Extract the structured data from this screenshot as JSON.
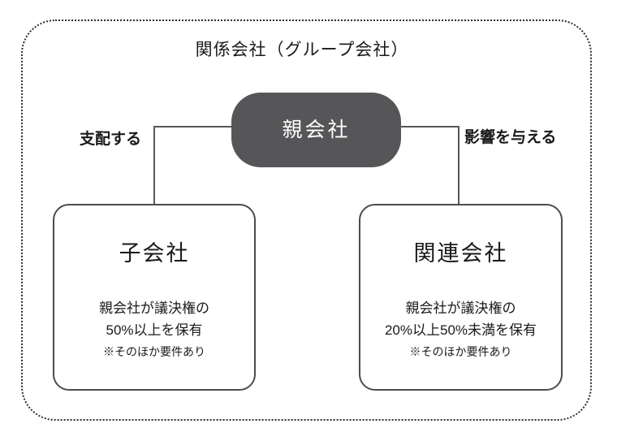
{
  "title": "関係会社（グループ会社）",
  "parent": {
    "label": "親会社"
  },
  "edges": {
    "left_label": "支配する",
    "right_label": "影響を与える"
  },
  "children": [
    {
      "title": "子会社",
      "line1": "親会社が議決権の",
      "line2": "50%以上を保有",
      "note": "※そのほか要件あり"
    },
    {
      "title": "関連会社",
      "line1": "親会社が議決権の",
      "line2": "20%以上50%未満を保有",
      "note": "※そのほか要件あり"
    }
  ],
  "colors": {
    "background": "#ffffff",
    "parent_fill": "#565659",
    "parent_text": "#ffffff",
    "box_border": "#4c4c4e",
    "line": "#58585b",
    "text": "#1a1a1a",
    "dotted_border": "#2e2e2e"
  }
}
